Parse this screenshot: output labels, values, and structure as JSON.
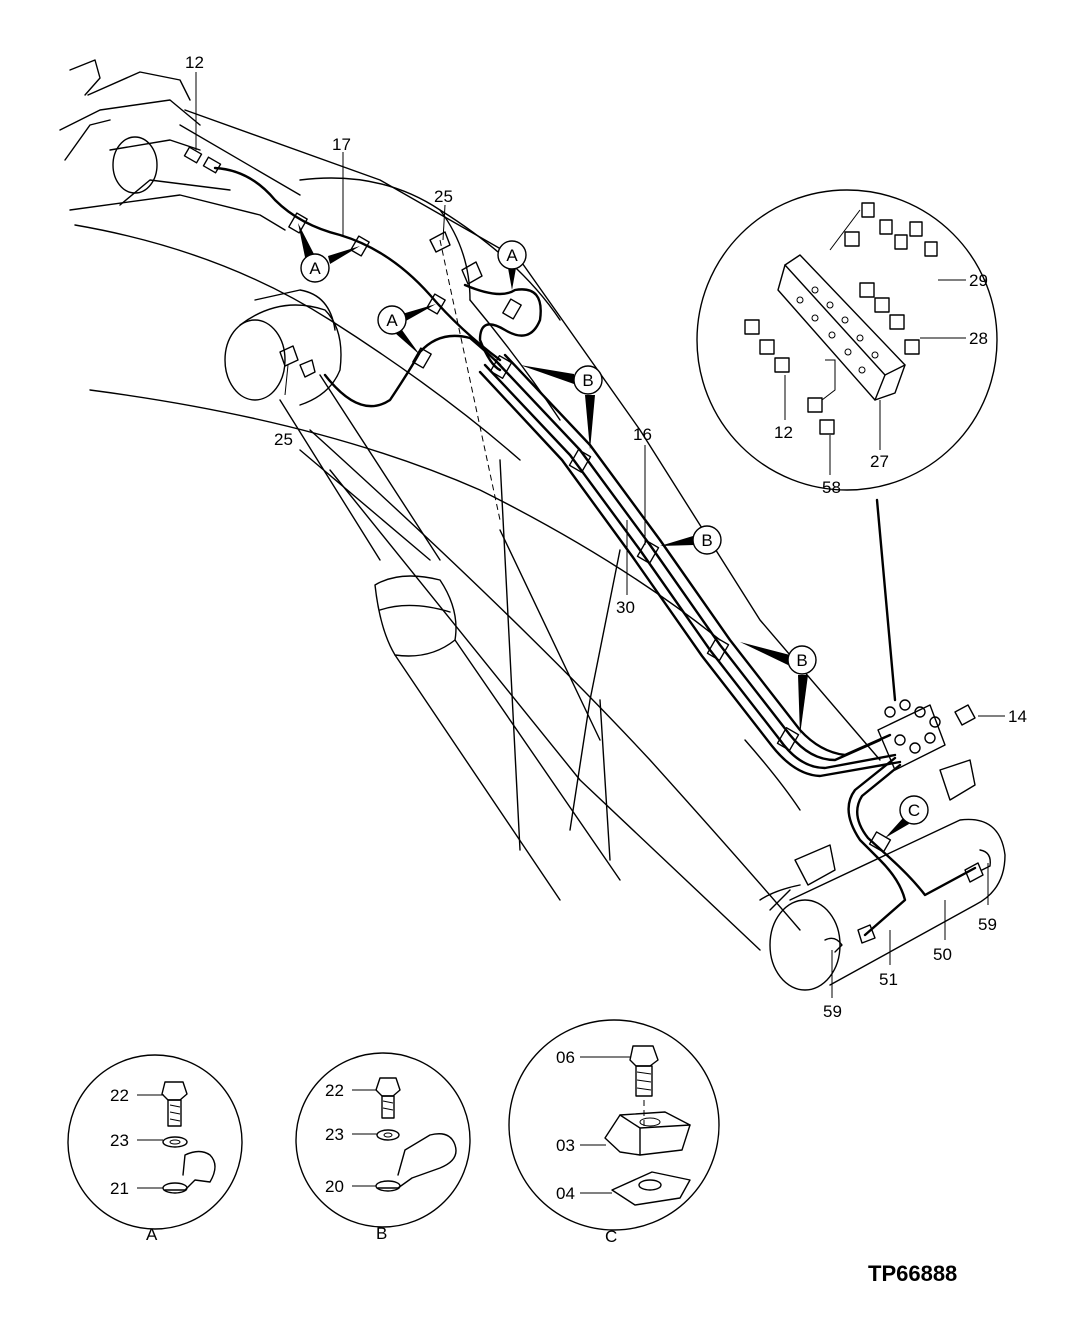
{
  "figure_code": "TP66888",
  "callout_letters": {
    "a": "A",
    "b": "B",
    "c": "C"
  },
  "part_numbers": {
    "p12": "12",
    "p17": "17",
    "p25": "25",
    "p16": "16",
    "p30": "30",
    "p29": "29",
    "p28": "28",
    "p27": "27",
    "p58": "58",
    "p14": "14",
    "p50": "50",
    "p51": "51",
    "p59": "59",
    "p22": "22",
    "p23": "23",
    "p21": "21",
    "p20": "20",
    "p06": "06",
    "p03": "03",
    "p04": "04"
  }
}
